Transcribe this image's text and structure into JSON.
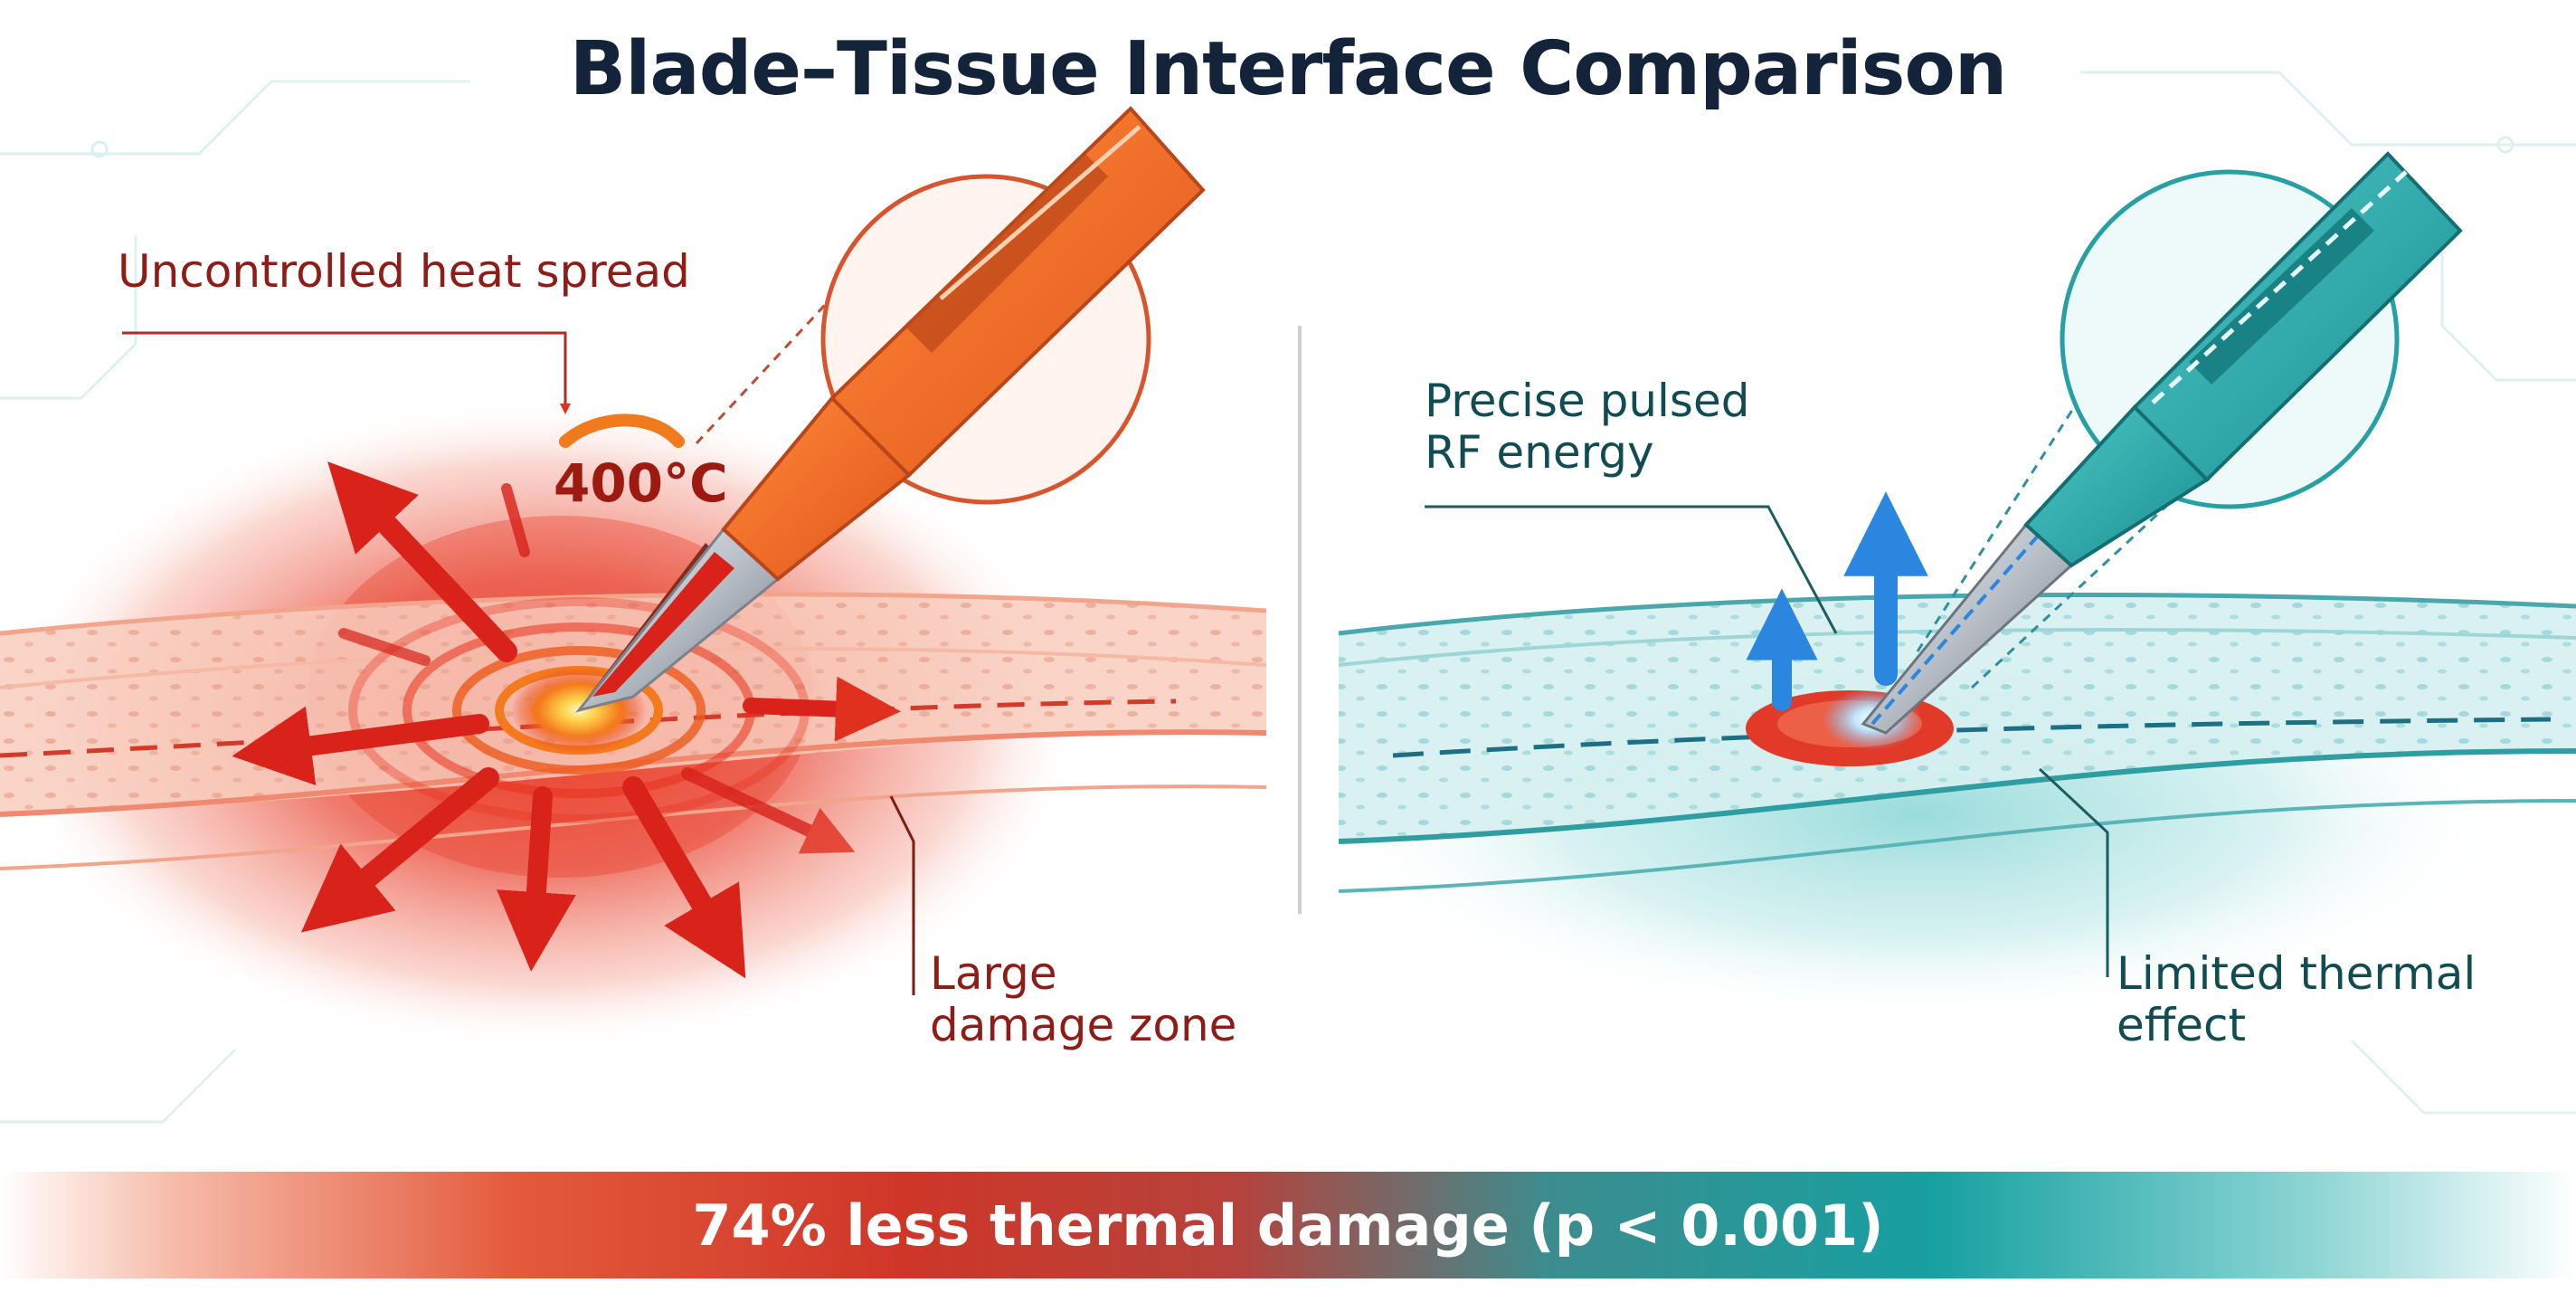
{
  "title": "Blade–Tissue Interface Comparison",
  "left_panel": {
    "heat_spread_label": "Uncontrolled heat spread",
    "temperature_label": "400°C",
    "damage_zone_label": "Large\ndamage zone"
  },
  "right_panel": {
    "rf_energy_label": "Precise pulsed\nRF energy",
    "thermal_effect_label": "Limited thermal\neffect"
  },
  "result_banner": {
    "text": "74% less thermal damage (p < 0.001)"
  },
  "colors": {
    "title": "#13233a",
    "heat_red": "#d8221a",
    "heat_orange": "#f07a1c",
    "label_red": "#8e1c17",
    "teal": "#1ea6a6",
    "label_teal": "#114c52",
    "arrow_blue": "#2a86df"
  }
}
